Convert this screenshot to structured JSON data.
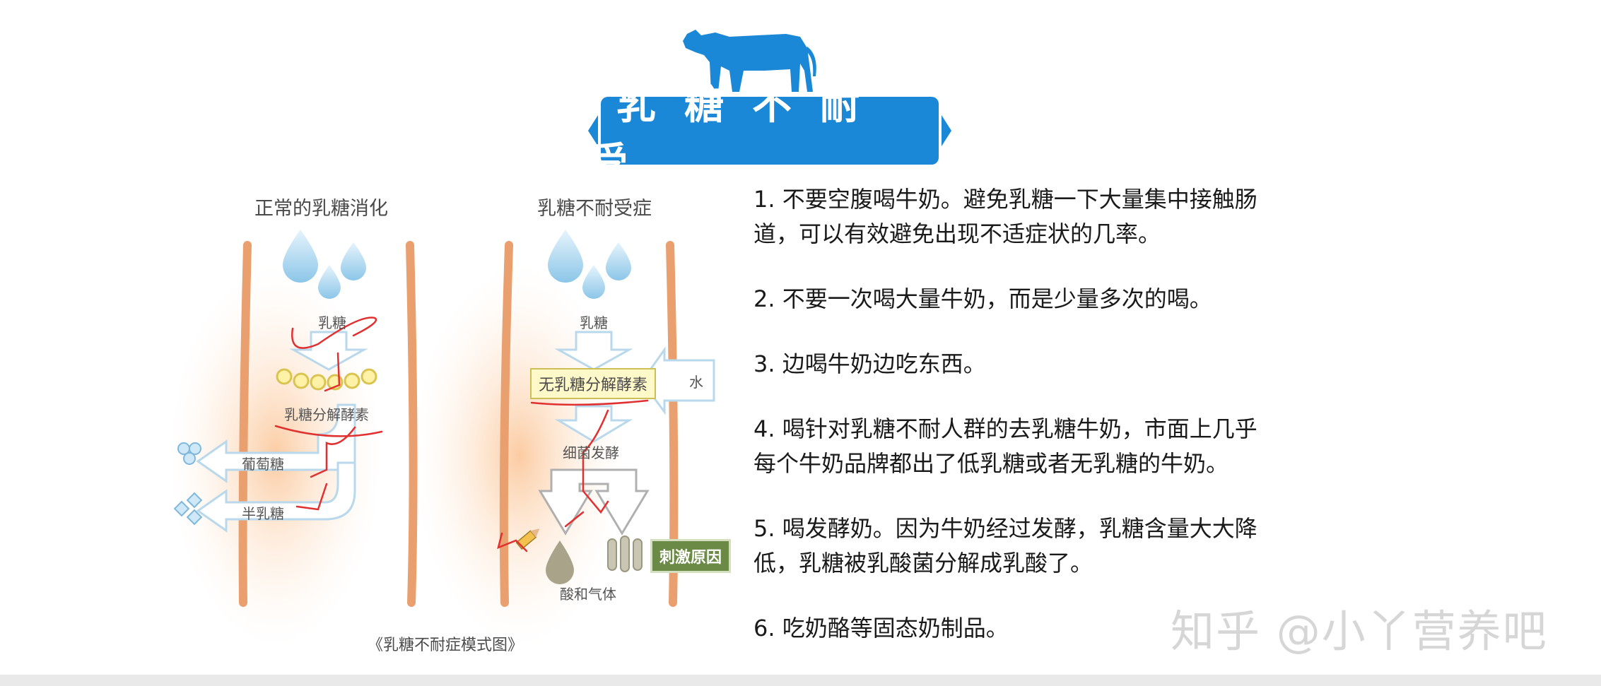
{
  "title": "乳糖不耐受",
  "colors": {
    "banner_blue": "#1a88d6",
    "tip_text": "#1a1a1a",
    "intestine_wall": "#e9a06e",
    "annotation_red": "#e03030"
  },
  "diagram": {
    "normal_title": "正常的乳糖消化",
    "intolerant_title": "乳糖不耐受症",
    "lactose_label": "乳糖",
    "enzyme_label": "乳糖分解酵素",
    "glucose_label": "葡萄糖",
    "galactose_label": "半乳糖",
    "no_enzyme_label": "无乳糖分解酵素",
    "water_label": "水",
    "bacteria_label": "细菌发酵",
    "acid_gas_label": "酸和气体",
    "irritant_label": "刺激原因",
    "caption": "《乳糖不耐症模式图》"
  },
  "tips": [
    {
      "line1": "1. 不要空腹喝牛奶。避免乳糖一下大量集中接触肠",
      "line2": "道，可以有效避免出现不适症状的几率。"
    },
    {
      "line1": "2. 不要一次喝大量牛奶，而是少量多次的喝。",
      "line2": ""
    },
    {
      "line1": "3. 边喝牛奶边吃东西。",
      "line2": ""
    },
    {
      "line1": "4. 喝针对乳糖不耐人群的去乳糖牛奶，市面上几乎",
      "line2": "每个牛奶品牌都出了低乳糖或者无乳糖的牛奶。"
    },
    {
      "line1": "5. 喝发酵奶。因为牛奶经过发酵，乳糖含量大大降",
      "line2": "低，乳糖被乳酸菌分解成乳酸了。"
    },
    {
      "line1": "6. 吃奶酪等固态奶制品。",
      "line2": ""
    }
  ],
  "watermark": "知乎 @小丫营养吧"
}
